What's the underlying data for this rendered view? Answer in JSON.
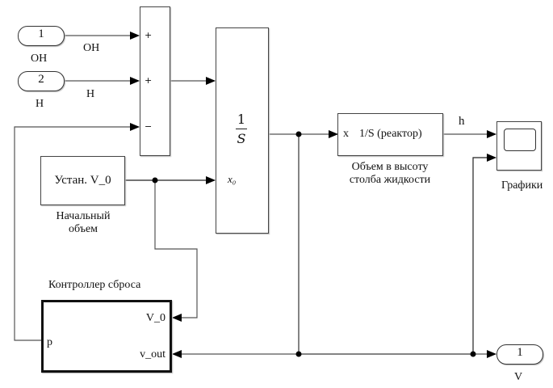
{
  "inports": [
    {
      "number": "1",
      "name": "ОН",
      "signal_label": "ОН"
    },
    {
      "number": "2",
      "name": "Н",
      "signal_label": "Н"
    }
  ],
  "sum_block": {
    "signs": [
      "+",
      "+",
      "−"
    ]
  },
  "integrator": {
    "numerator": "1",
    "denominator": "S",
    "ic_port": "x₀"
  },
  "constant_block": {
    "label": "Устан. V_0",
    "caption_line1": "Начальный",
    "caption_line2": "объем"
  },
  "reactor_block": {
    "input_port": "x",
    "label": "1/S (реактор)",
    "caption_line1": "Объем в высоту",
    "caption_line2": "столба жидкости",
    "output_signal": "h"
  },
  "scope_block": {
    "caption": "Графики"
  },
  "reset_controller": {
    "title": "Контроллер сброса",
    "ports": {
      "p": "p",
      "v0": "V_0",
      "vout": "v_out"
    }
  },
  "outport": {
    "number": "1",
    "name": "V"
  },
  "colors": {
    "line": "#555555",
    "arrow": "#000000"
  }
}
